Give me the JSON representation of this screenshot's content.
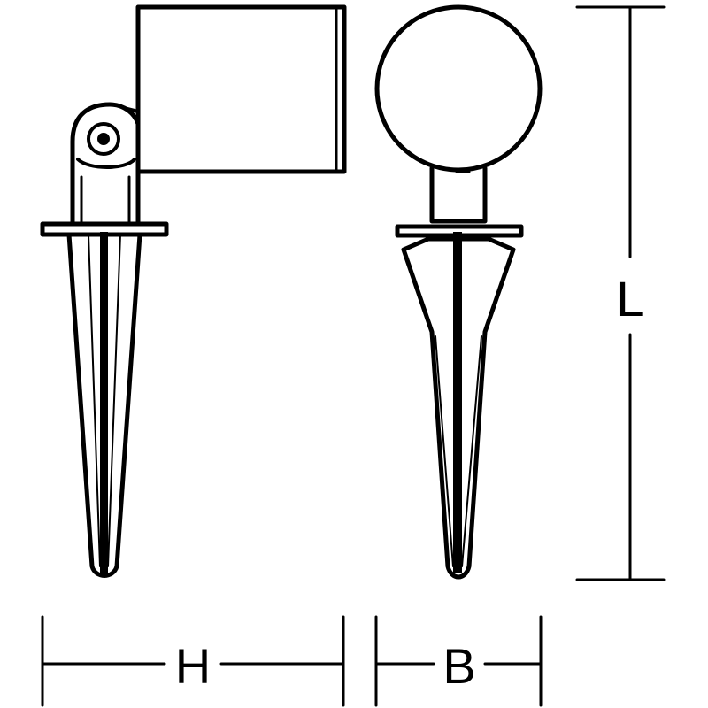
{
  "dimensions": {
    "length_label": "L",
    "height_label": "H",
    "width_label": "B"
  },
  "colors": {
    "line": "#000000",
    "background": "#ffffff"
  }
}
